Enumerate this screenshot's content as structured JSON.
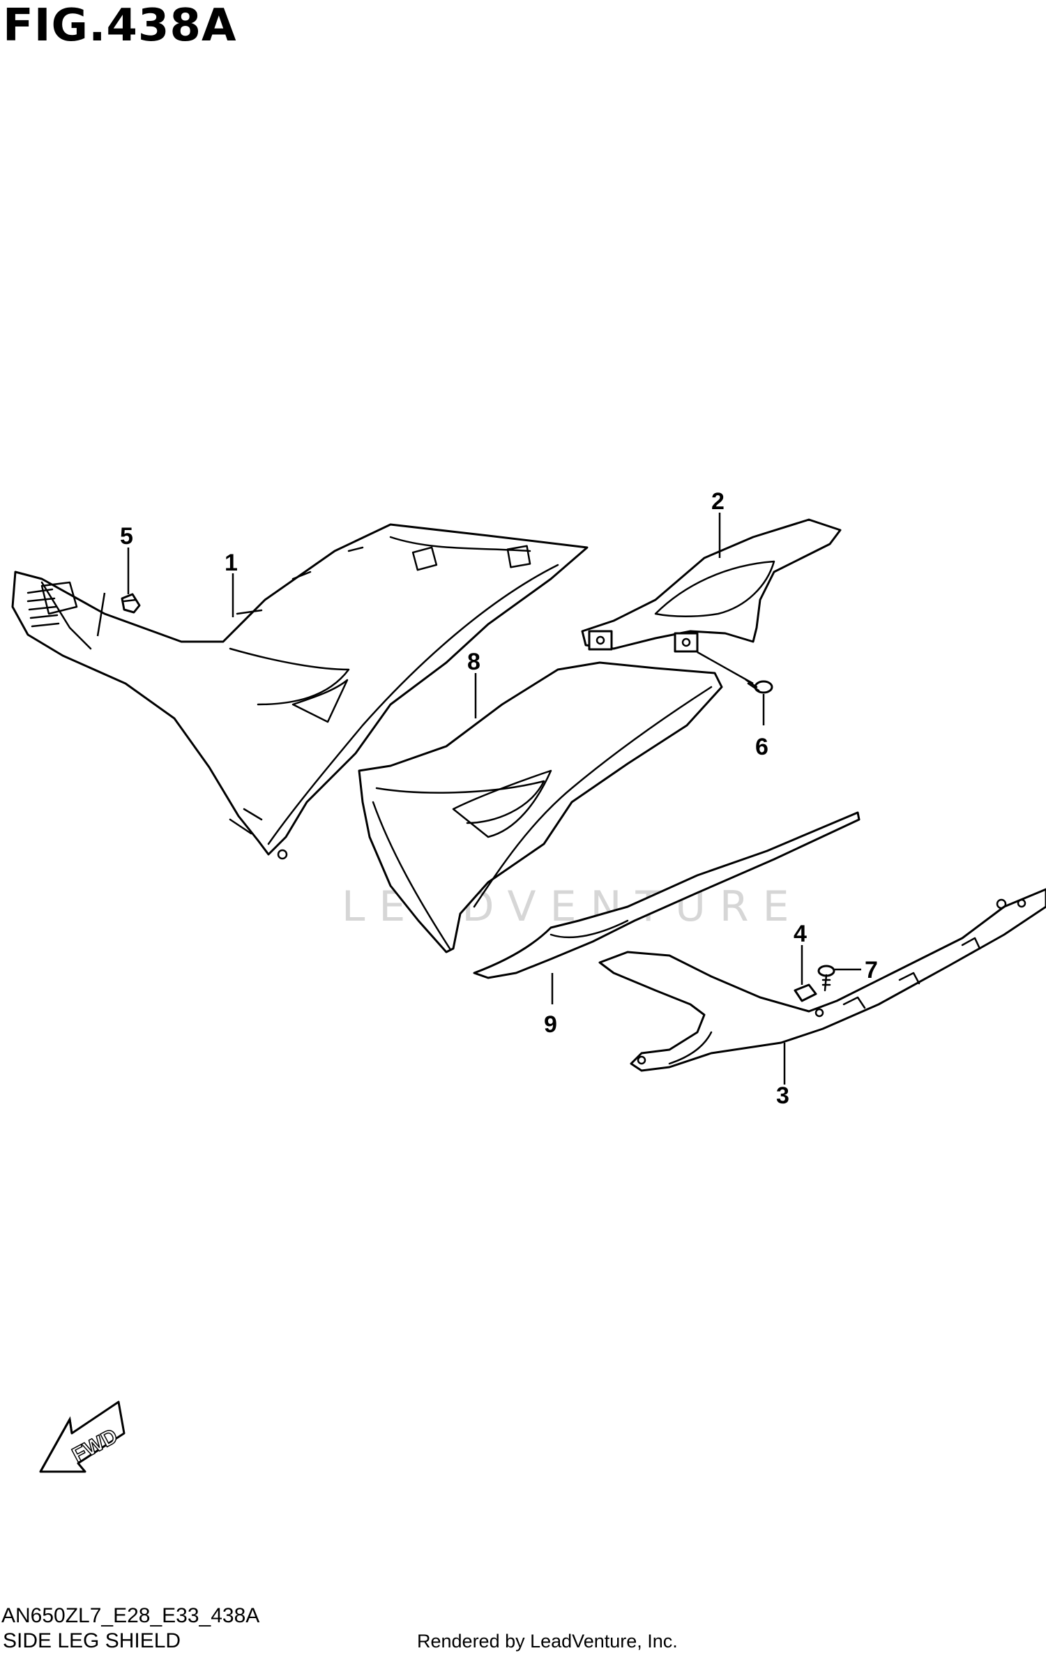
{
  "figure": {
    "title": "FIG.438A",
    "code": "AN650ZL7_E28_E33_438A",
    "name": "SIDE LEG SHIELD",
    "credit": "Rendered by LeadVenture, Inc.",
    "watermark": "LEADVENTURE",
    "direction_label": "FWD"
  },
  "callouts": [
    {
      "id": "1",
      "text": "1"
    },
    {
      "id": "2",
      "text": "2"
    },
    {
      "id": "3",
      "text": "3"
    },
    {
      "id": "4",
      "text": "4"
    },
    {
      "id": "5",
      "text": "5"
    },
    {
      "id": "6",
      "text": "6"
    },
    {
      "id": "7",
      "text": "7"
    },
    {
      "id": "8",
      "text": "8"
    },
    {
      "id": "9",
      "text": "9"
    }
  ]
}
